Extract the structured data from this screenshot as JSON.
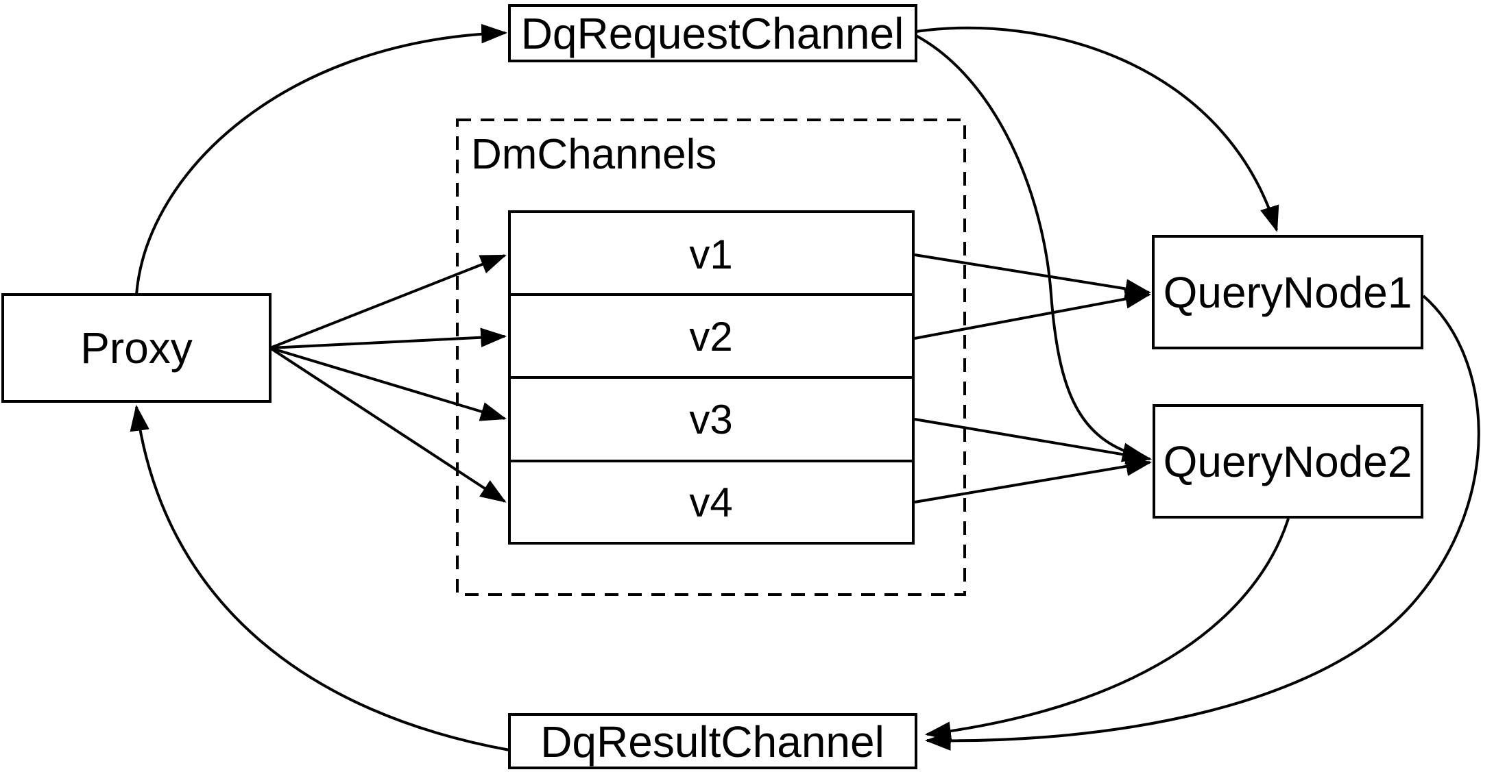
{
  "diagram": {
    "title": "query channel architecture diagram",
    "background_color": "#ffffff",
    "stroke_color": "#000000",
    "nodes": {
      "proxy": {
        "label": "Proxy"
      },
      "dq_request_channel": {
        "label": "DqRequestChannel"
      },
      "dq_result_channel": {
        "label": "DqResultChannel"
      },
      "query_node_1": {
        "label": "QueryNode1"
      },
      "query_node_2": {
        "label": "QueryNode2"
      }
    },
    "dm_channels_group": {
      "label": "DmChannels",
      "border_style": "dashed",
      "channels": [
        {
          "label": "v1"
        },
        {
          "label": "v2"
        },
        {
          "label": "v3"
        },
        {
          "label": "v4"
        }
      ]
    },
    "edges": [
      {
        "from": "Proxy",
        "to": "DqRequestChannel"
      },
      {
        "from": "Proxy",
        "to": "v1"
      },
      {
        "from": "Proxy",
        "to": "v2"
      },
      {
        "from": "Proxy",
        "to": "v3"
      },
      {
        "from": "Proxy",
        "to": "v4"
      },
      {
        "from": "v1",
        "to": "QueryNode1"
      },
      {
        "from": "v2",
        "to": "QueryNode1"
      },
      {
        "from": "v3",
        "to": "QueryNode2"
      },
      {
        "from": "v4",
        "to": "QueryNode2"
      },
      {
        "from": "DqRequestChannel",
        "to": "QueryNode1"
      },
      {
        "from": "DqRequestChannel",
        "to": "QueryNode2"
      },
      {
        "from": "QueryNode1",
        "to": "DqResultChannel"
      },
      {
        "from": "QueryNode2",
        "to": "DqResultChannel"
      },
      {
        "from": "DqResultChannel",
        "to": "Proxy"
      }
    ]
  }
}
